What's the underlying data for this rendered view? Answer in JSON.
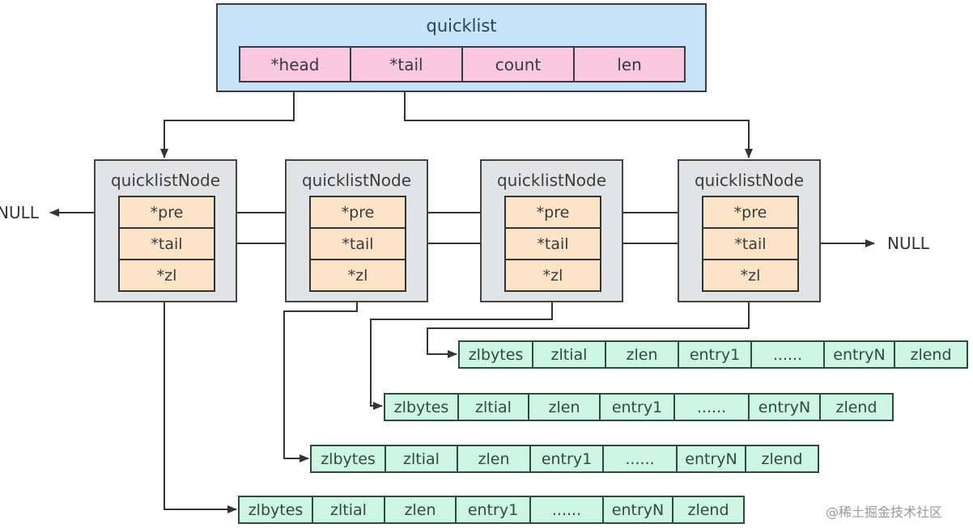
{
  "quicklist": {
    "title": "quicklist",
    "fields": [
      "*head",
      "*tail",
      "count",
      "len"
    ]
  },
  "nodes": [
    {
      "title": "quicklistNode",
      "fields": [
        "*pre",
        "*tail",
        "*zl"
      ]
    },
    {
      "title": "quicklistNode",
      "fields": [
        "*pre",
        "*tail",
        "*zl"
      ]
    },
    {
      "title": "quicklistNode",
      "fields": [
        "*pre",
        "*tail",
        "*zl"
      ]
    },
    {
      "title": "quicklistNode",
      "fields": [
        "*pre",
        "*tail",
        "*zl"
      ]
    }
  ],
  "null_left": "NULL",
  "null_right": "NULL",
  "ziplists": [
    {
      "cells": [
        "zlbytes",
        "zltial",
        "zlen",
        "entry1",
        "......",
        "entryN",
        "zlend"
      ]
    },
    {
      "cells": [
        "zlbytes",
        "zltial",
        "zlen",
        "entry1",
        "......",
        "entryN",
        "zlend"
      ]
    },
    {
      "cells": [
        "zlbytes",
        "zltial",
        "zlen",
        "entry1",
        "......",
        "entryN",
        "zlend"
      ]
    },
    {
      "cells": [
        "zlbytes",
        "zltial",
        "zlen",
        "entry1",
        "......",
        "entryN",
        "zlend"
      ]
    }
  ],
  "watermark": "@稀土掘金技术社区",
  "colors": {
    "quicklist_bg": "#c6e3fb",
    "quicklist_field_bg": "#fac8e0",
    "node_bg": "#e2e3e5",
    "node_field_bg": "#fde3c8",
    "ziplist_bg": "#cdf6e3",
    "line": "#333333"
  }
}
